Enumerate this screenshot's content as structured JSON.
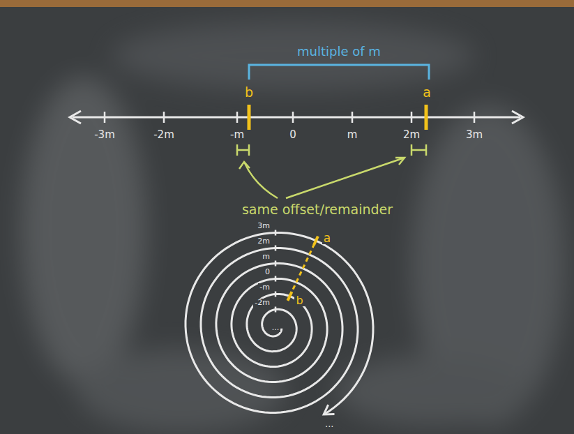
{
  "diagram": {
    "labels": [
      "multiple of m",
      "b",
      "a",
      "-3m",
      "-2m",
      "-m",
      "0",
      "m",
      "2m",
      "3m",
      "same offset/remainder",
      "3m",
      "2m",
      "m",
      "0",
      "-m",
      "-2m",
      "a",
      "b",
      "...",
      "..."
    ]
  }
}
